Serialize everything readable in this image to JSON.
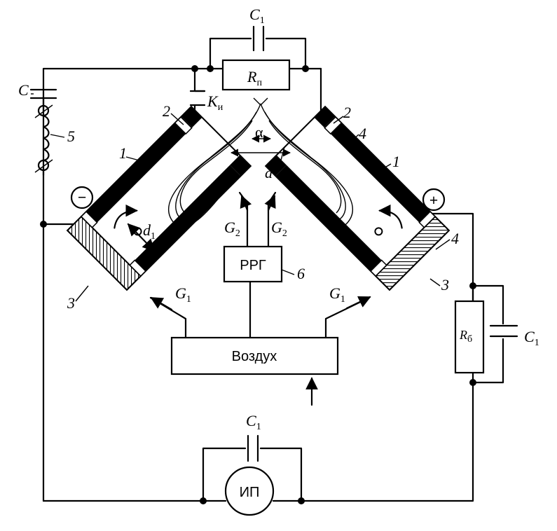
{
  "labels": {
    "c1_top": "C",
    "c1_top_sub": "1",
    "c_left": "C",
    "r_p": "R",
    "r_p_sub": "п",
    "k_i": "K",
    "k_i_sub": "и",
    "r_b": "R",
    "r_b_sub": "б",
    "c1_right": "C",
    "c1_right_sub": "1",
    "c1_bottom": "C",
    "c1_bottom_sub": "1",
    "alpha": "α",
    "d": "d",
    "d1": "d",
    "d1_sub": "1",
    "g1_left": "G",
    "g1_left_sub": "1",
    "g1_right": "G",
    "g1_right_sub": "1",
    "g2_left": "G",
    "g2_left_sub": "2",
    "g2_right": "G",
    "g2_right_sub": "2",
    "n1_left": "1",
    "n1_right": "1",
    "n2_left": "2",
    "n2_right": "2",
    "n3_left": "3",
    "n3_right": "3",
    "n4_upper": "4",
    "n4_lower": "4",
    "n5": "5",
    "n6": "6",
    "minus": "−",
    "plus": "+"
  },
  "boxes": {
    "rrg": "РРГ",
    "air": "Воздух",
    "power_source": "ИП"
  }
}
